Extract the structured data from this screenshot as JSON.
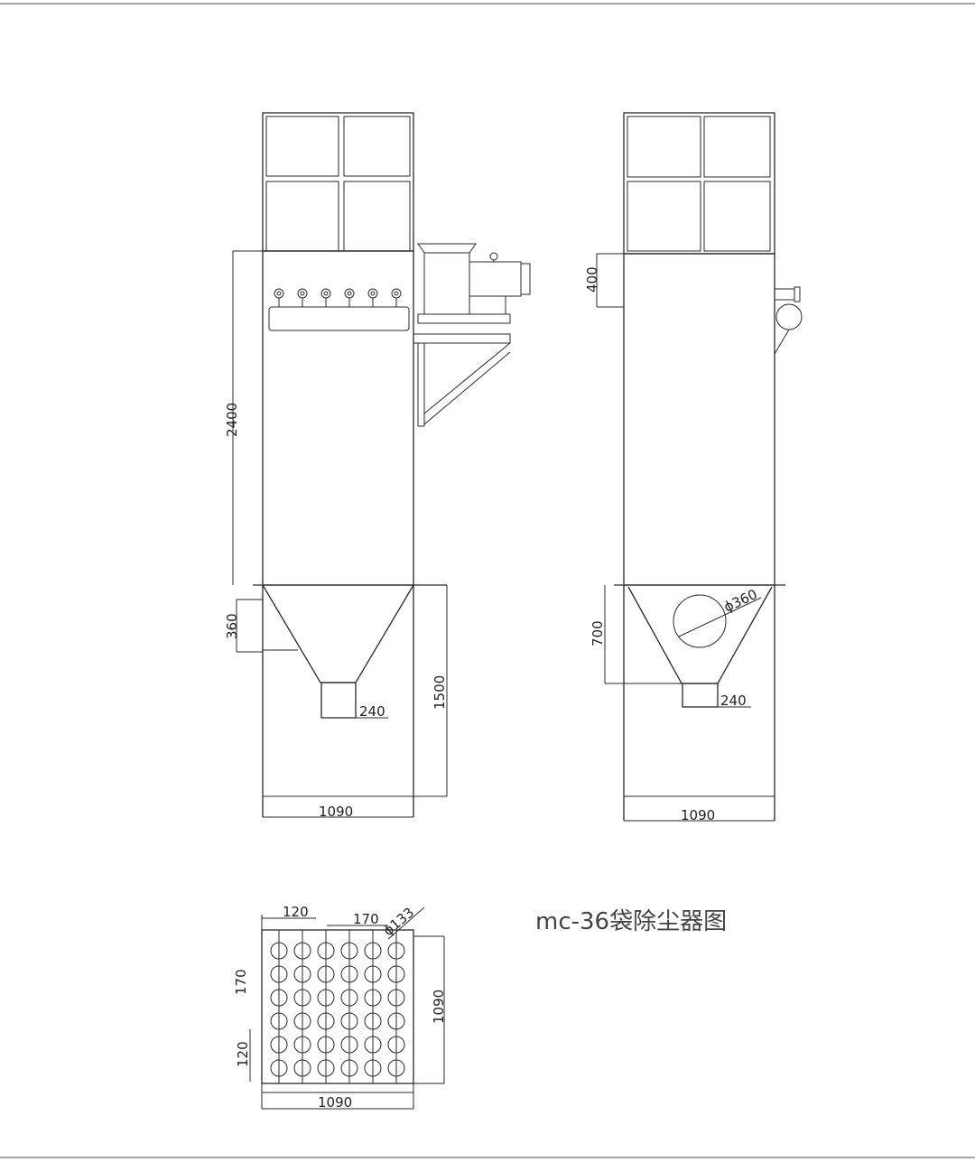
{
  "title": "mc-36袋除尘器图",
  "front_view": {
    "dim_upper_height": "2400",
    "dim_inlet_height": "360",
    "dim_lower_height": "1500",
    "dim_outlet_width": "240",
    "dim_width": "1090"
  },
  "side_view": {
    "dim_top_height": "400",
    "dim_hopper_height": "700",
    "dim_inlet_diameter": "ϕ360",
    "dim_outlet_width": "240",
    "dim_width": "1090"
  },
  "plan_view": {
    "dim_margin_top": "120",
    "dim_pitch_top": "170",
    "dim_bag_diameter": "ϕ133",
    "dim_pitch_side": "170",
    "dim_margin_side": "120",
    "dim_side": "1090",
    "dim_bottom": "1090",
    "bag_rows": 6,
    "bag_cols": 6
  }
}
